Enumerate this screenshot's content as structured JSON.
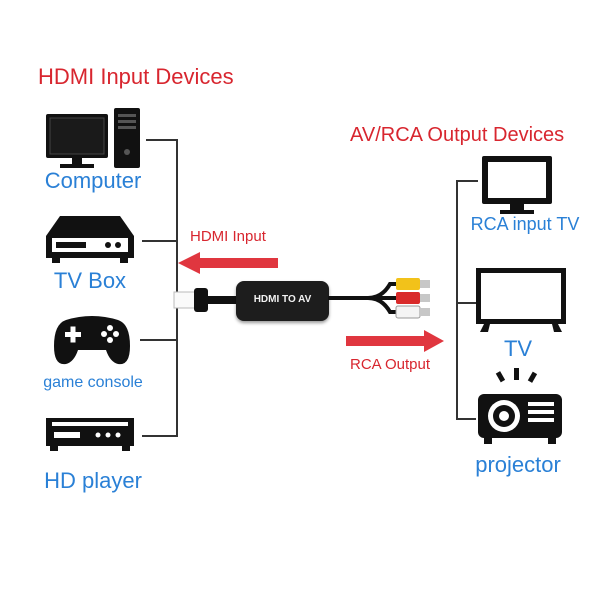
{
  "input_section": {
    "title": "HDMI Input Devices",
    "devices": [
      {
        "label": "Computer",
        "icon": "computer-icon"
      },
      {
        "label": "TV Box",
        "icon": "tv-box-icon"
      },
      {
        "label": "game console",
        "icon": "game-controller-icon"
      },
      {
        "label": "HD player",
        "icon": "hd-player-icon"
      }
    ]
  },
  "output_section": {
    "title": "AV/RCA Output Devices",
    "devices": [
      {
        "label": "RCA input TV",
        "icon": "crt-monitor-icon"
      },
      {
        "label": "TV",
        "icon": "flat-tv-icon"
      },
      {
        "label": "projector",
        "icon": "projector-icon"
      }
    ]
  },
  "adapter": {
    "label": "HDMI TO AV"
  },
  "arrows": {
    "input_label": "HDMI Input",
    "output_label": "RCA Output"
  },
  "colors": {
    "title_red": "#d8262f",
    "label_blue": "#2a80d6",
    "arrow_red": "#e0363f",
    "rca_yellow": "#f2c21a",
    "rca_red": "#d92a2a",
    "rca_white": "#f4f4f4"
  }
}
